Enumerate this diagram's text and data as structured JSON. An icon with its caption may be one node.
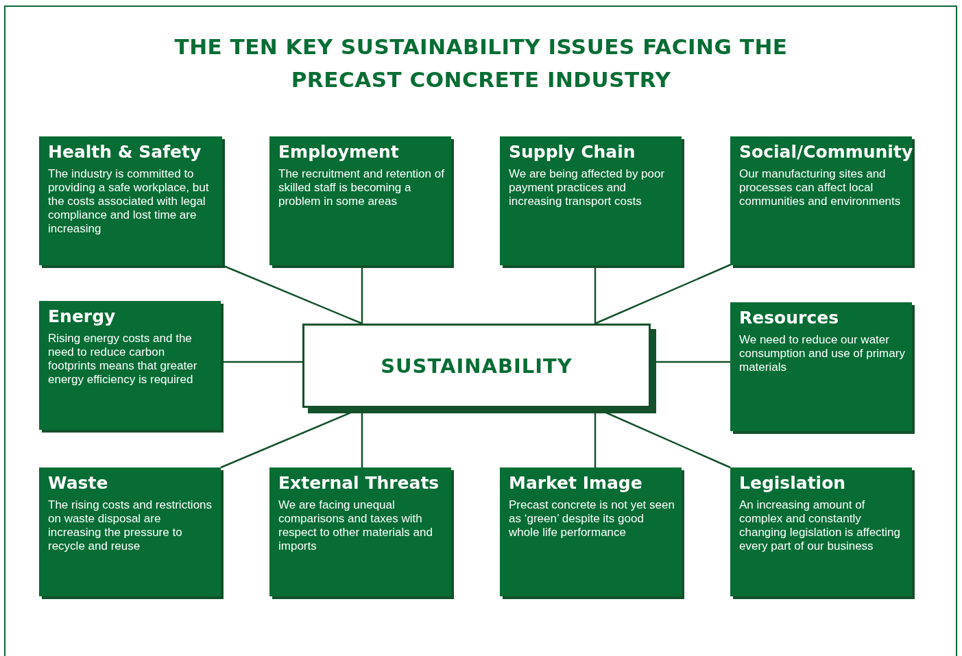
{
  "diagram": {
    "title": "THE TEN KEY SUSTAINABILITY ISSUES FACING THE PRECAST CONCRETE INDUSTRY",
    "nodes": [
      {
        "text": [
          "SUSTAINABILITY"
        ]
      },
      {
        "text": [
          "Health & Safety",
          "The industry is committed to providing a safe workplace, but the costs associated with legal compliance and lost time are increasing"
        ]
      },
      {
        "text": [
          "Employment",
          "The recruitment and retention of skilled staff is becoming a problem in some areas"
        ]
      },
      {
        "text": [
          "Supply Chain",
          "We are being affected by poor payment practices and increasing transport costs"
        ]
      },
      {
        "text": [
          "Social/Community",
          "Our manufacturing sites and processes can affect local communities and environments"
        ]
      },
      {
        "text": [
          "Energy",
          "Rising energy costs and the need to reduce carbon footprints means that greater energy efficiency is required"
        ]
      },
      {
        "text": [
          "Resources",
          "We need to reduce our water consumption and use of primary materials"
        ]
      },
      {
        "text": [
          "Waste",
          "The rising costs and restrictions on waste disposal are increasing the pressure to recycle and reuse"
        ]
      },
      {
        "text": [
          "External Threats",
          "We are facing unequal comparisons and taxes with respect to other materials and imports"
        ]
      },
      {
        "text": [
          "Market Image",
          "Precast concrete is not yet seen as ‘green’ despite its good whole life performance"
        ]
      },
      {
        "text": [
          "Legislation",
          "An increasing amount of complex and constantly changing legislation is affecting every part of our business"
        ]
      }
    ],
    "edges": [
      {
        "from": 0,
        "to": 1,
        "arrow": "none"
      },
      {
        "from": 0,
        "to": 2,
        "arrow": "none"
      },
      {
        "from": 0,
        "to": 3,
        "arrow": "none"
      },
      {
        "from": 0,
        "to": 4,
        "arrow": "none"
      },
      {
        "from": 0,
        "to": 5,
        "arrow": "none"
      },
      {
        "from": 0,
        "to": 6,
        "arrow": "none"
      },
      {
        "from": 0,
        "to": 7,
        "arrow": "none"
      },
      {
        "from": 0,
        "to": 8,
        "arrow": "none"
      },
      {
        "from": 0,
        "to": 9,
        "arrow": "none"
      },
      {
        "from": 0,
        "to": 10,
        "arrow": "none"
      }
    ]
  }
}
